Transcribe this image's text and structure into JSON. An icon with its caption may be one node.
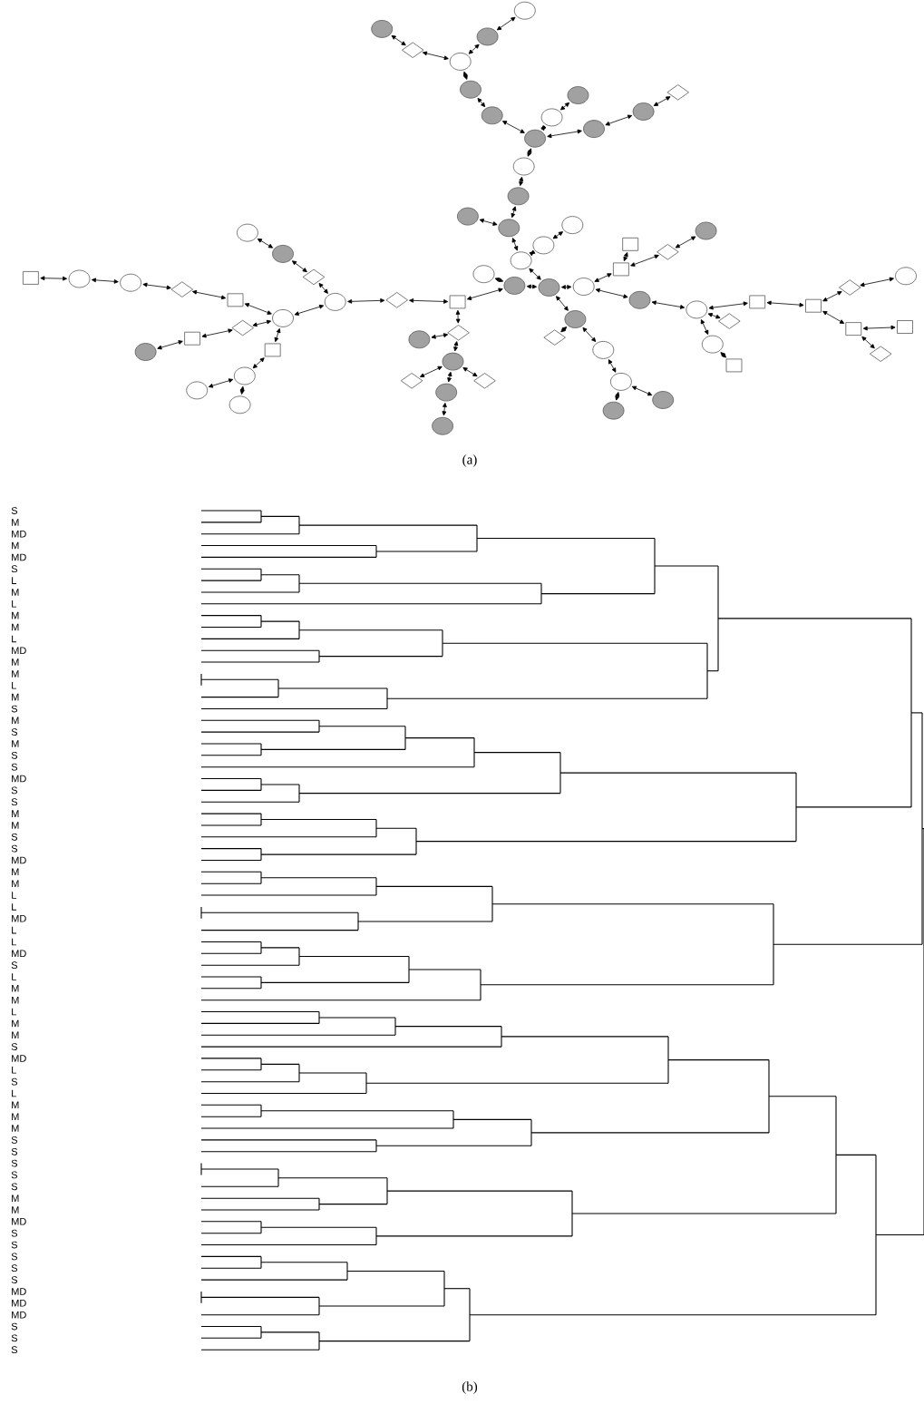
{
  "diagram": {
    "nodes": [
      {
        "text": [],
        "shape": "circle"
      },
      {
        "text": [],
        "shape": "circle"
      },
      {
        "text": [],
        "shape": "circle"
      },
      {
        "text": [],
        "shape": "diamond"
      },
      {
        "text": [],
        "shape": "circle"
      },
      {
        "text": [],
        "shape": "circle"
      },
      {
        "text": [],
        "shape": "circle"
      },
      {
        "text": [],
        "shape": "circle"
      },
      {
        "text": [],
        "shape": "circle"
      },
      {
        "text": [],
        "shape": "circle"
      },
      {
        "text": [],
        "shape": "circle"
      },
      {
        "text": [],
        "shape": "circle"
      },
      {
        "text": [],
        "shape": "diamond"
      },
      {
        "text": [],
        "shape": "circle"
      },
      {
        "text": [],
        "shape": "circle"
      },
      {
        "text": [],
        "shape": "circle"
      },
      {
        "text": [],
        "shape": "circle"
      },
      {
        "text": [],
        "shape": "circle"
      },
      {
        "text": [],
        "shape": "circle"
      },
      {
        "text": [],
        "shape": "circle"
      },
      {
        "text": [],
        "shape": "circle"
      },
      {
        "text": [],
        "shape": "circle"
      },
      {
        "text": [],
        "shape": "circle"
      },
      {
        "text": [],
        "shape": "circle"
      },
      {
        "text": [],
        "shape": "box"
      },
      {
        "text": [],
        "shape": "box"
      },
      {
        "text": [],
        "shape": "diamond"
      },
      {
        "text": [],
        "shape": "circle"
      },
      {
        "text": [],
        "shape": "circle"
      },
      {
        "text": [],
        "shape": "circle"
      },
      {
        "text": [],
        "shape": "diamond"
      },
      {
        "text": [],
        "shape": "circle"
      },
      {
        "text": [],
        "shape": "box"
      },
      {
        "text": [],
        "shape": "box"
      },
      {
        "text": [],
        "shape": "box"
      },
      {
        "text": [],
        "shape": "diamond"
      },
      {
        "text": [],
        "shape": "circle"
      },
      {
        "text": [],
        "shape": "box"
      },
      {
        "text": [],
        "shape": "box"
      },
      {
        "text": [],
        "shape": "diamond"
      },
      {
        "text": [],
        "shape": "circle"
      },
      {
        "text": [],
        "shape": "diamond"
      },
      {
        "text": [],
        "shape": "circle"
      },
      {
        "text": [],
        "shape": "circle"
      },
      {
        "text": [],
        "shape": "circle"
      },
      {
        "text": [],
        "shape": "circle"
      },
      {
        "text": [],
        "shape": "box"
      },
      {
        "text": [],
        "shape": "diamond"
      },
      {
        "text": [],
        "shape": "circle"
      },
      {
        "text": [],
        "shape": "circle"
      },
      {
        "text": [],
        "shape": "diamond"
      },
      {
        "text": [],
        "shape": "diamond"
      },
      {
        "text": [],
        "shape": "circle"
      },
      {
        "text": [],
        "shape": "circle"
      },
      {
        "text": [],
        "shape": "diamond"
      },
      {
        "text": [],
        "shape": "circle"
      },
      {
        "text": [],
        "shape": "diamond"
      },
      {
        "text": [],
        "shape": "circle"
      },
      {
        "text": [],
        "shape": "circle"
      },
      {
        "text": [],
        "shape": "circle"
      },
      {
        "text": [],
        "shape": "box"
      },
      {
        "text": [],
        "shape": "diamond"
      },
      {
        "text": [],
        "shape": "circle"
      },
      {
        "text": [],
        "shape": "circle"
      },
      {
        "text": [],
        "shape": "box"
      },
      {
        "text": [],
        "shape": "diamond"
      },
      {
        "text": [],
        "shape": "box"
      },
      {
        "text": [],
        "shape": "circle"
      },
      {
        "text": [],
        "shape": "box"
      },
      {
        "text": [],
        "shape": "circle"
      },
      {
        "text": [],
        "shape": "circle"
      },
      {
        "text": [],
        "shape": "circle"
      }
    ],
    "edges": [
      {
        "from": 1,
        "to": 0,
        "arrow": "both"
      },
      {
        "from": 4,
        "to": 1,
        "arrow": "both"
      },
      {
        "from": 3,
        "to": 2,
        "arrow": "both"
      },
      {
        "from": 4,
        "to": 3,
        "arrow": "both"
      },
      {
        "from": 4,
        "to": 5,
        "arrow": "both"
      },
      {
        "from": 5,
        "to": 6,
        "arrow": "both"
      },
      {
        "from": 6,
        "to": 7,
        "arrow": "both"
      },
      {
        "from": 7,
        "to": 8,
        "arrow": "both"
      },
      {
        "from": 8,
        "to": 9,
        "arrow": "both"
      },
      {
        "from": 7,
        "to": 10,
        "arrow": "both"
      },
      {
        "from": 10,
        "to": 11,
        "arrow": "both"
      },
      {
        "from": 11,
        "to": 12,
        "arrow": "both"
      },
      {
        "from": 7,
        "to": 13,
        "arrow": "both"
      },
      {
        "from": 13,
        "to": 14,
        "arrow": "both"
      },
      {
        "from": 14,
        "to": 16,
        "arrow": "both"
      },
      {
        "from": 15,
        "to": 16,
        "arrow": "both"
      },
      {
        "from": 16,
        "to": 19,
        "arrow": "both"
      },
      {
        "from": 19,
        "to": 18,
        "arrow": "both"
      },
      {
        "from": 18,
        "to": 17,
        "arrow": "both"
      },
      {
        "from": 19,
        "to": 22,
        "arrow": "both"
      },
      {
        "from": 21,
        "to": 22,
        "arrow": "both"
      },
      {
        "from": 20,
        "to": 21,
        "arrow": "both"
      },
      {
        "from": 21,
        "to": 46,
        "arrow": "both"
      },
      {
        "from": 22,
        "to": 23,
        "arrow": "both"
      },
      {
        "from": 22,
        "to": 40,
        "arrow": "both"
      },
      {
        "from": 23,
        "to": 24,
        "arrow": "both"
      },
      {
        "from": 24,
        "to": 25,
        "arrow": "both"
      },
      {
        "from": 24,
        "to": 26,
        "arrow": "both"
      },
      {
        "from": 26,
        "to": 27,
        "arrow": "both"
      },
      {
        "from": 23,
        "to": 28,
        "arrow": "both"
      },
      {
        "from": 28,
        "to": 29,
        "arrow": "both"
      },
      {
        "from": 29,
        "to": 33,
        "arrow": "both"
      },
      {
        "from": 33,
        "to": 34,
        "arrow": "both"
      },
      {
        "from": 34,
        "to": 35,
        "arrow": "both"
      },
      {
        "from": 35,
        "to": 36,
        "arrow": "both"
      },
      {
        "from": 34,
        "to": 37,
        "arrow": "both"
      },
      {
        "from": 37,
        "to": 38,
        "arrow": "both"
      },
      {
        "from": 37,
        "to": 39,
        "arrow": "both"
      },
      {
        "from": 29,
        "to": 30,
        "arrow": "both"
      },
      {
        "from": 29,
        "to": 31,
        "arrow": "both"
      },
      {
        "from": 31,
        "to": 32,
        "arrow": "both"
      },
      {
        "from": 40,
        "to": 41,
        "arrow": "both"
      },
      {
        "from": 40,
        "to": 42,
        "arrow": "both"
      },
      {
        "from": 42,
        "to": 43,
        "arrow": "both"
      },
      {
        "from": 43,
        "to": 44,
        "arrow": "both"
      },
      {
        "from": 43,
        "to": 45,
        "arrow": "both"
      },
      {
        "from": 46,
        "to": 47,
        "arrow": "both"
      },
      {
        "from": 47,
        "to": 48,
        "arrow": "both"
      },
      {
        "from": 47,
        "to": 49,
        "arrow": "both"
      },
      {
        "from": 49,
        "to": 50,
        "arrow": "both"
      },
      {
        "from": 49,
        "to": 51,
        "arrow": "both"
      },
      {
        "from": 49,
        "to": 52,
        "arrow": "both"
      },
      {
        "from": 52,
        "to": 53,
        "arrow": "both"
      },
      {
        "from": 46,
        "to": 54,
        "arrow": "both"
      },
      {
        "from": 54,
        "to": 55,
        "arrow": "both"
      },
      {
        "from": 55,
        "to": 56,
        "arrow": "both"
      },
      {
        "from": 56,
        "to": 57,
        "arrow": "both"
      },
      {
        "from": 57,
        "to": 58,
        "arrow": "both"
      },
      {
        "from": 55,
        "to": 59,
        "arrow": "both"
      },
      {
        "from": 59,
        "to": 60,
        "arrow": "both"
      },
      {
        "from": 60,
        "to": 61,
        "arrow": "both"
      },
      {
        "from": 61,
        "to": 62,
        "arrow": "both"
      },
      {
        "from": 62,
        "to": 63,
        "arrow": "both"
      },
      {
        "from": 63,
        "to": 64,
        "arrow": "both"
      },
      {
        "from": 59,
        "to": 65,
        "arrow": "both"
      },
      {
        "from": 65,
        "to": 66,
        "arrow": "both"
      },
      {
        "from": 66,
        "to": 67,
        "arrow": "both"
      },
      {
        "from": 59,
        "to": 68,
        "arrow": "both"
      },
      {
        "from": 68,
        "to": 69,
        "arrow": "both"
      },
      {
        "from": 69,
        "to": 70,
        "arrow": "both"
      },
      {
        "from": 69,
        "to": 71,
        "arrow": "both"
      }
    ],
    "labels": [
      "(a)",
      "S",
      "M",
      "MD",
      "M",
      "MD",
      "S",
      "L",
      "M",
      "L",
      "M",
      "M",
      "L",
      "MD",
      "M",
      "M",
      "L",
      "M",
      "S",
      "M",
      "S",
      "M",
      "S",
      "S",
      "MD",
      "S",
      "S",
      "M",
      "M",
      "S",
      "S",
      "MD",
      "M",
      "M",
      "L",
      "L",
      "MD",
      "L",
      "L",
      "MD",
      "S",
      "L",
      "M",
      "M",
      "L",
      "M",
      "M",
      "S",
      "MD",
      "L",
      "S",
      "L",
      "M",
      "M",
      "M",
      "S",
      "S",
      "S",
      "S",
      "S",
      "M",
      "M",
      "MD",
      "S",
      "S",
      "S",
      "S",
      "S",
      "MD",
      "MD",
      "MD",
      "S",
      "S",
      "S",
      "(b)"
    ]
  }
}
